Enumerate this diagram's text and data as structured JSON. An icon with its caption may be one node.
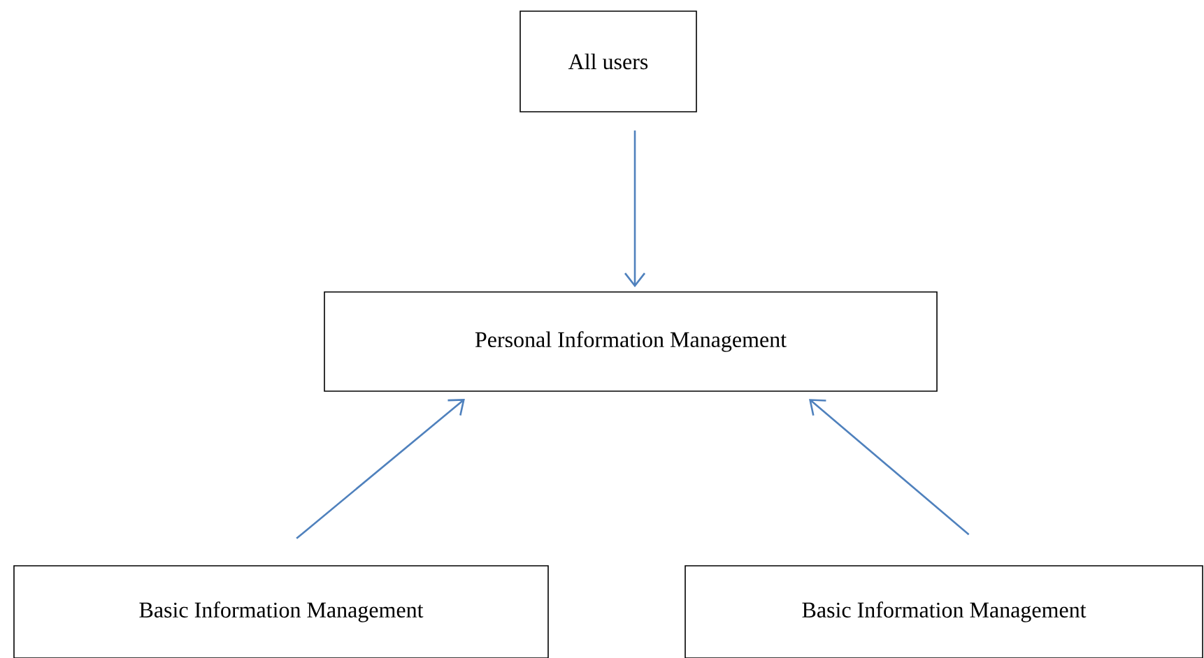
{
  "diagram": {
    "nodes": [
      {
        "text": [
          "All users"
        ]
      },
      {
        "text": [
          "Personal Information Management"
        ]
      },
      {
        "text": [
          "Basic Information Management"
        ]
      },
      {
        "text": [
          "Basic Information Management"
        ]
      }
    ],
    "edges": [
      {
        "from": 0,
        "to": 1,
        "arrow": "to"
      },
      {
        "from": 2,
        "to": 1,
        "arrow": "to"
      },
      {
        "from": 3,
        "to": 1,
        "arrow": "to"
      }
    ]
  }
}
